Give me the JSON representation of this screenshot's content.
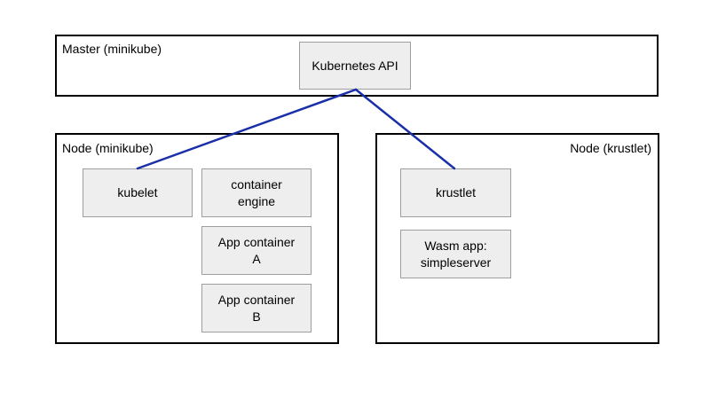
{
  "master": {
    "label": "Master (minikube)",
    "api": "Kubernetes API"
  },
  "node_minikube": {
    "label": "Node (minikube)",
    "kubelet": "kubelet",
    "container_engine": [
      "container",
      "engine"
    ],
    "app_a": [
      "App container",
      "A"
    ],
    "app_b": [
      "App container",
      "B"
    ]
  },
  "node_krustlet": {
    "label": "Node (krustlet)",
    "krustlet": "krustlet",
    "wasm_app": [
      "Wasm app:",
      "simpleserver"
    ]
  },
  "colors": {
    "connector": "#1a2fa8",
    "box_fill": "#eeeeee",
    "box_border": "#9e9e9e",
    "frame_border": "#000000"
  }
}
